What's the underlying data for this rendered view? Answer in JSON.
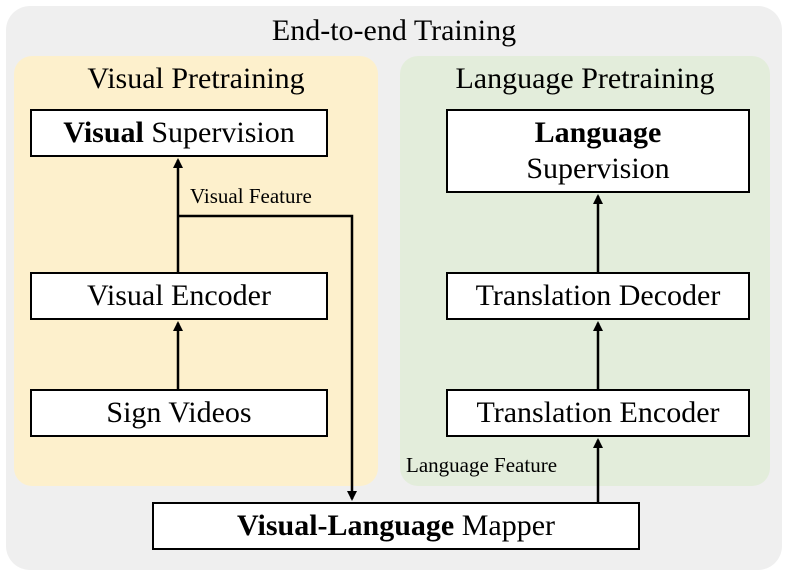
{
  "outer": {
    "title": "End-to-end Training"
  },
  "visual_panel": {
    "title": "Visual Pretraining",
    "supervision_bold": "Visual",
    "supervision_rest": "Supervision",
    "encoder": "Visual Encoder",
    "input": "Sign Videos",
    "feature_label": "Visual Feature"
  },
  "language_panel": {
    "title": "Language Pretraining",
    "supervision_bold": "Language",
    "supervision_rest": "Supervision",
    "decoder": "Translation Decoder",
    "encoder": "Translation Encoder",
    "feature_label": "Language Feature"
  },
  "mapper": {
    "bold": "Visual-Language",
    "rest": "Mapper"
  },
  "colors": {
    "outer_bg": "#efefef",
    "visual_bg": "#fdf0cc",
    "language_bg": "#e3eddb",
    "box_bg": "#ffffff",
    "line": "#000000"
  }
}
